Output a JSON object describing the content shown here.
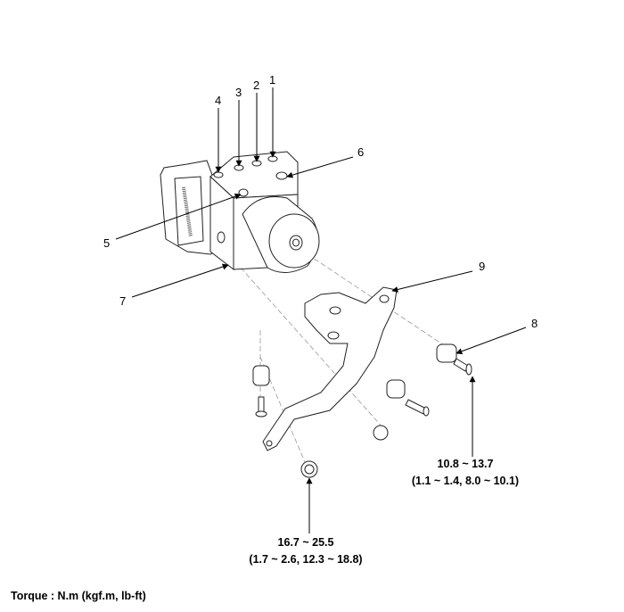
{
  "callouts": {
    "c1": "1",
    "c2": "2",
    "c3": "3",
    "c4": "4",
    "c5": "5",
    "c6": "6",
    "c7": "7",
    "c8": "8",
    "c9": "9"
  },
  "torques": {
    "bracket_bolt": {
      "nm": "10.8 ~ 13.7",
      "alt": "(1.1 ~ 1.4, 8.0 ~ 10.1)"
    },
    "nut": {
      "nm": "16.7 ~ 25.5",
      "alt": "(1.7 ~ 2.6, 12.3 ~ 18.8)"
    }
  },
  "footer": "Torque : N.m (kgf.m, lb-ft)"
}
